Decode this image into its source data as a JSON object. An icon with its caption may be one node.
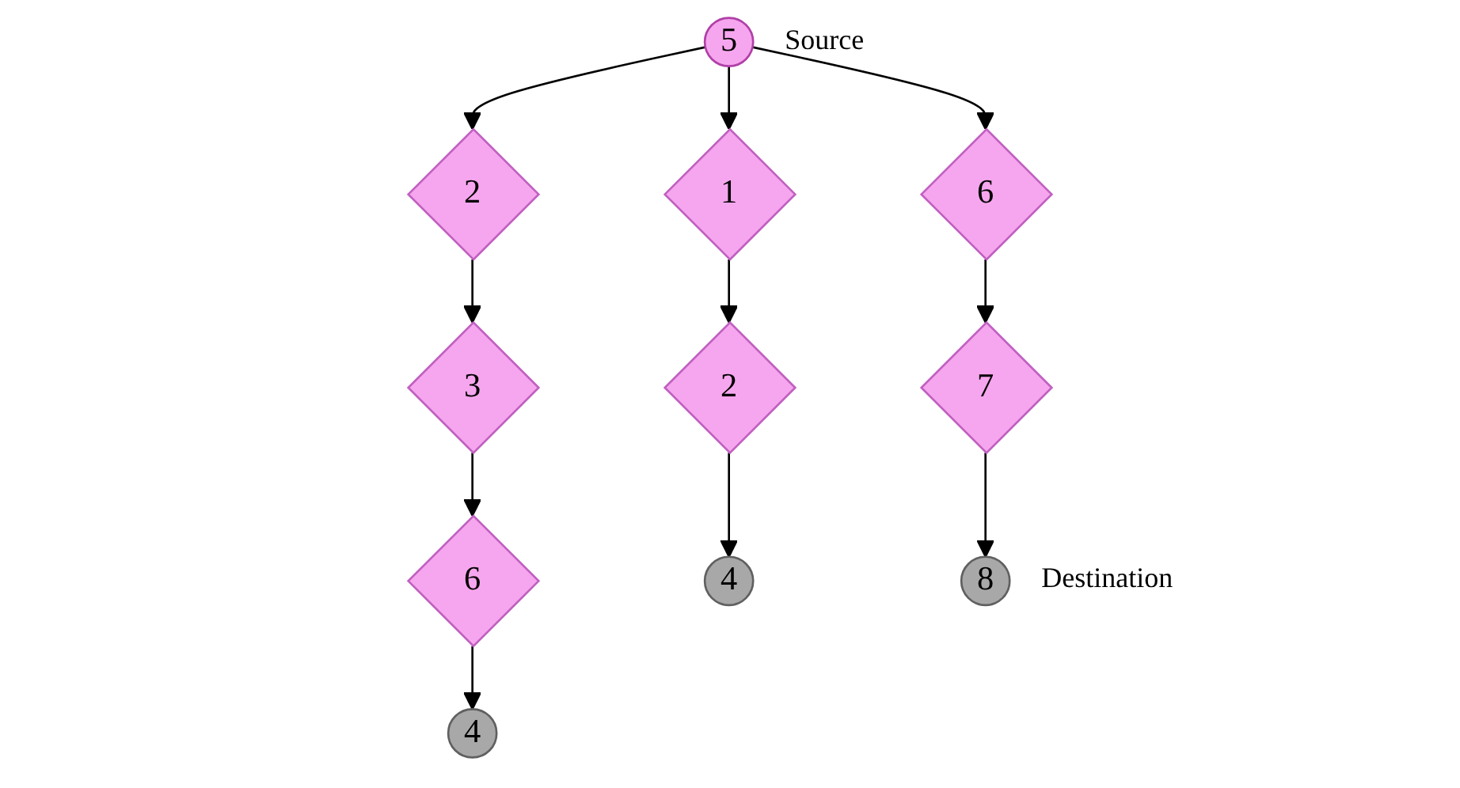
{
  "diagram": {
    "nodes": [
      {
        "text": [
          "5"
        ],
        "beside": [
          "Source"
        ]
      },
      {
        "text": [
          "1"
        ]
      },
      {
        "text": [
          "6"
        ]
      },
      {
        "text": [
          "2"
        ]
      },
      {
        "text": [
          "2"
        ]
      },
      {
        "text": [
          "3"
        ]
      },
      {
        "text": [
          "7"
        ]
      },
      {
        "text": [
          "6"
        ]
      },
      {
        "text": [
          "4"
        ]
      },
      {
        "text": [
          "8"
        ],
        "beside": [
          "Destination"
        ]
      },
      {
        "text": [
          "4"
        ]
      }
    ],
    "edges": [
      {
        "from": 0,
        "to": 1,
        "arrow": "to"
      },
      {
        "from": 0,
        "to": 2,
        "arrow": "to"
      },
      {
        "from": 0,
        "to": 3,
        "arrow": "to"
      },
      {
        "from": 1,
        "to": 4,
        "arrow": "to"
      },
      {
        "from": 4,
        "to": 8,
        "arrow": "to"
      },
      {
        "from": 2,
        "to": 6,
        "arrow": "to"
      },
      {
        "from": 6,
        "to": 9,
        "arrow": "to"
      },
      {
        "from": 3,
        "to": 5,
        "arrow": "to"
      },
      {
        "from": 5,
        "to": 7,
        "arrow": "to"
      },
      {
        "from": 7,
        "to": 10,
        "arrow": "to"
      }
    ]
  }
}
